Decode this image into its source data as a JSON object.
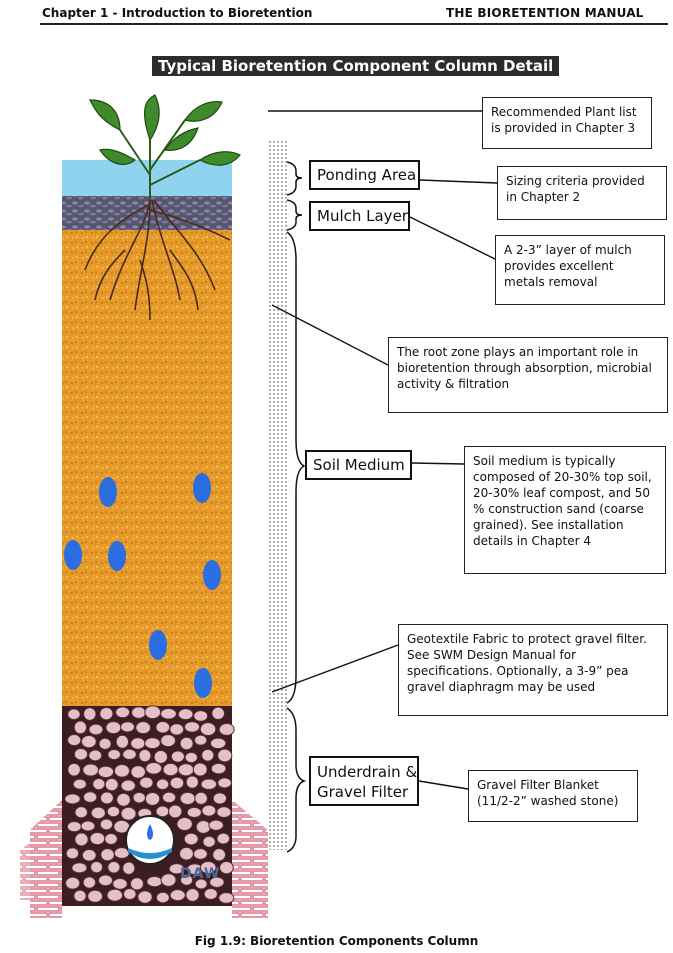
{
  "header": {
    "chapter": "Chapter 1 - Introduction to Bioretention",
    "manual": "THE BIORETENTION MANUAL"
  },
  "title": "Typical Bioretention Component Column Detail",
  "layers": {
    "ponding": "Ponding Area",
    "mulch": "Mulch Layer",
    "soil": "Soil Medium",
    "underdrain_line1": "Underdrain &",
    "underdrain_line2": "Gravel Filter"
  },
  "notes": {
    "plants": "Recommended Plant list is provided in Chapter 3",
    "sizing": "Sizing criteria provided in Chapter 2",
    "mulch": "A 2-3” layer of mulch provides excellent metals removal",
    "root_zone": "The root zone plays an important role in bioretention through absorption, microbial activity & filtration",
    "soil": "Soil medium is typically composed of 20-30% top soil, 20-30% leaf compost, and 50 % construction sand (coarse grained). See installation details in Chapter 4",
    "geotextile": "Geotextile Fabric to protect gravel filter. See SWM Design Manual for specifications. Optionally, a 3-9” pea gravel diaphragm may be used",
    "gravel": "Gravel Filter Blanket (11/2-2” washed stone)"
  },
  "signature": "DAW",
  "caption": "Fig 1.9: Bioretention Components Column",
  "colors": {
    "soil": "#e69a2a",
    "water": "#8fd3ee",
    "mulch": "#5a5a7a",
    "gravel_bg": "#3a1e22",
    "gravel_stone": "#e3bfc8",
    "brick": "#d86f82",
    "blue_spot": "#2a6ee0"
  }
}
